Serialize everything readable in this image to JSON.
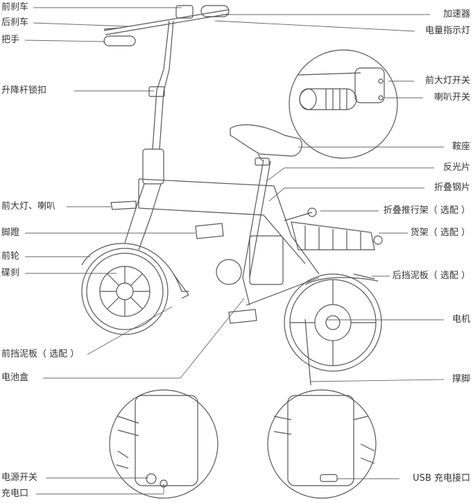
{
  "labels_left": [
    {
      "id": "front-brake",
      "text": "前刹车"
    },
    {
      "id": "rear-brake",
      "text": "后刹车"
    },
    {
      "id": "handlebar",
      "text": "把手"
    },
    {
      "id": "seatpost-lock",
      "text": "升降杆锁扣"
    },
    {
      "id": "front-light-horn",
      "text": "前大灯、喇叭"
    },
    {
      "id": "pedal",
      "text": "脚蹬"
    },
    {
      "id": "front-wheel",
      "text": "前轮"
    },
    {
      "id": "disc-brake",
      "text": "碟刹"
    },
    {
      "id": "front-fender",
      "text": "前挡泥板（ 选配 ）"
    },
    {
      "id": "battery-box",
      "text": "电池盒"
    },
    {
      "id": "power-switch",
      "text": "电源开关"
    },
    {
      "id": "charge-port",
      "text": "充电口"
    }
  ],
  "labels_right": [
    {
      "id": "throttle",
      "text": "加速器"
    },
    {
      "id": "battery-indicator",
      "text": "电量指示灯"
    },
    {
      "id": "headlight-switch",
      "text": "前大灯开关"
    },
    {
      "id": "horn-switch",
      "text": "喇叭开关"
    },
    {
      "id": "saddle",
      "text": "鞍座"
    },
    {
      "id": "reflector",
      "text": "反光片"
    },
    {
      "id": "folding-plate",
      "text": "折叠钢片"
    },
    {
      "id": "folding-push-rack",
      "text": "折叠推行架（ 选配 ）"
    },
    {
      "id": "cargo-rack",
      "text": "货架（ 选配 ）"
    },
    {
      "id": "rear-fender",
      "text": "后挡泥板（ 选配 ）"
    },
    {
      "id": "motor",
      "text": "电机"
    },
    {
      "id": "kickstand",
      "text": "撑脚"
    },
    {
      "id": "usb-port",
      "text": "USB 充电接口"
    }
  ]
}
